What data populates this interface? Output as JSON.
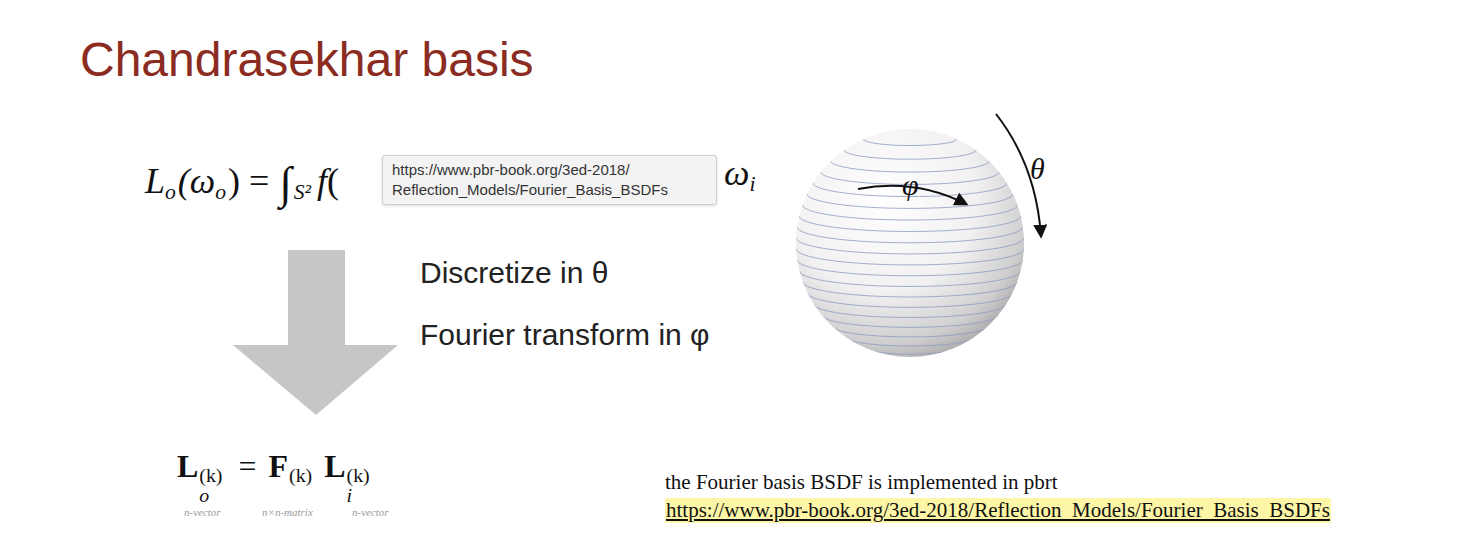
{
  "diagram": {
    "title": "Chandrasekhar basis",
    "nodes": [
      {
        "text": [
          "https://www.pbr-book.org/3ed-2018/ Reflection_Models/Fourier_Basis_BSDFs"
        ]
      }
    ],
    "edges": [],
    "labels": [
      "L",
      "o",
      "(ω",
      "o",
      ") =",
      "∫",
      "S²",
      "f",
      "(",
      "ω",
      "i",
      "Discretize in θ",
      "Fourier transform in φ",
      "φ",
      "θ",
      "L",
      "o",
      "(k)",
      "=",
      "F",
      "(k)",
      "L",
      "i",
      "(k)",
      "n-vector",
      "n×n-matrix",
      "n-vector",
      "the Fourier basis BSDF is implemented in pbrt",
      "https://www.pbr-book.org/3ed-2018/Reflection_Models/Fourier_Basis_BSDFs"
    ]
  }
}
